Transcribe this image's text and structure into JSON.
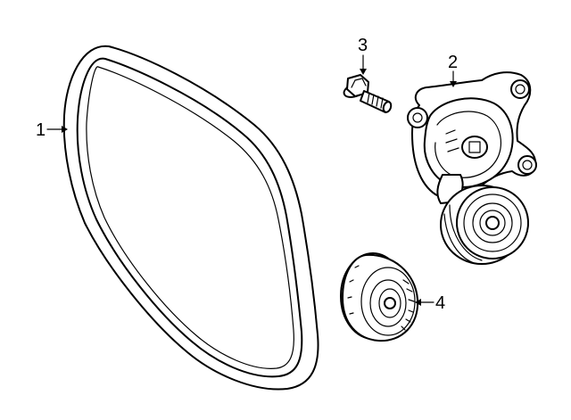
{
  "callouts": [
    {
      "id": "belt",
      "label": "1"
    },
    {
      "id": "tensioner",
      "label": "2"
    },
    {
      "id": "bolt",
      "label": "3"
    },
    {
      "id": "idler-pulley",
      "label": "4"
    }
  ]
}
